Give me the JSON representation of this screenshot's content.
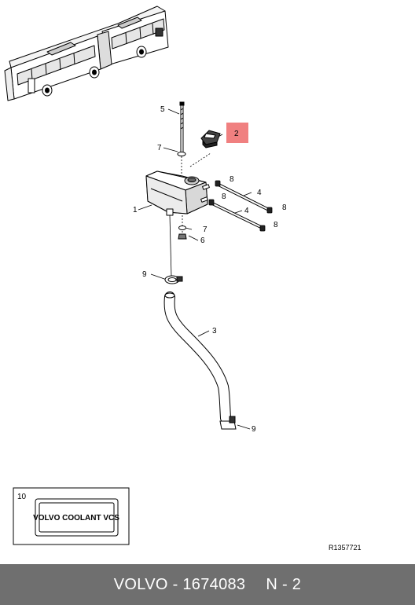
{
  "callouts": {
    "c1": "1",
    "c2": "2",
    "c3": "3",
    "c4a": "4",
    "c4b": "4",
    "c5": "5",
    "c6": "6",
    "c7a": "7",
    "c7b": "7",
    "c8a": "8",
    "c8b": "8",
    "c8c": "8",
    "c8d": "8",
    "c9a": "9",
    "c9b": "9",
    "c10": "10"
  },
  "label_plate": {
    "text": "VOLVO COOLANT VCS"
  },
  "reference_code": "R1357721",
  "footer": {
    "part_number": "VOLVO - 1674083",
    "page": "N - 2"
  },
  "colors": {
    "highlight": "#f08080",
    "footer_bg": "#6f6f6f",
    "footer_text": "#ffffff"
  }
}
